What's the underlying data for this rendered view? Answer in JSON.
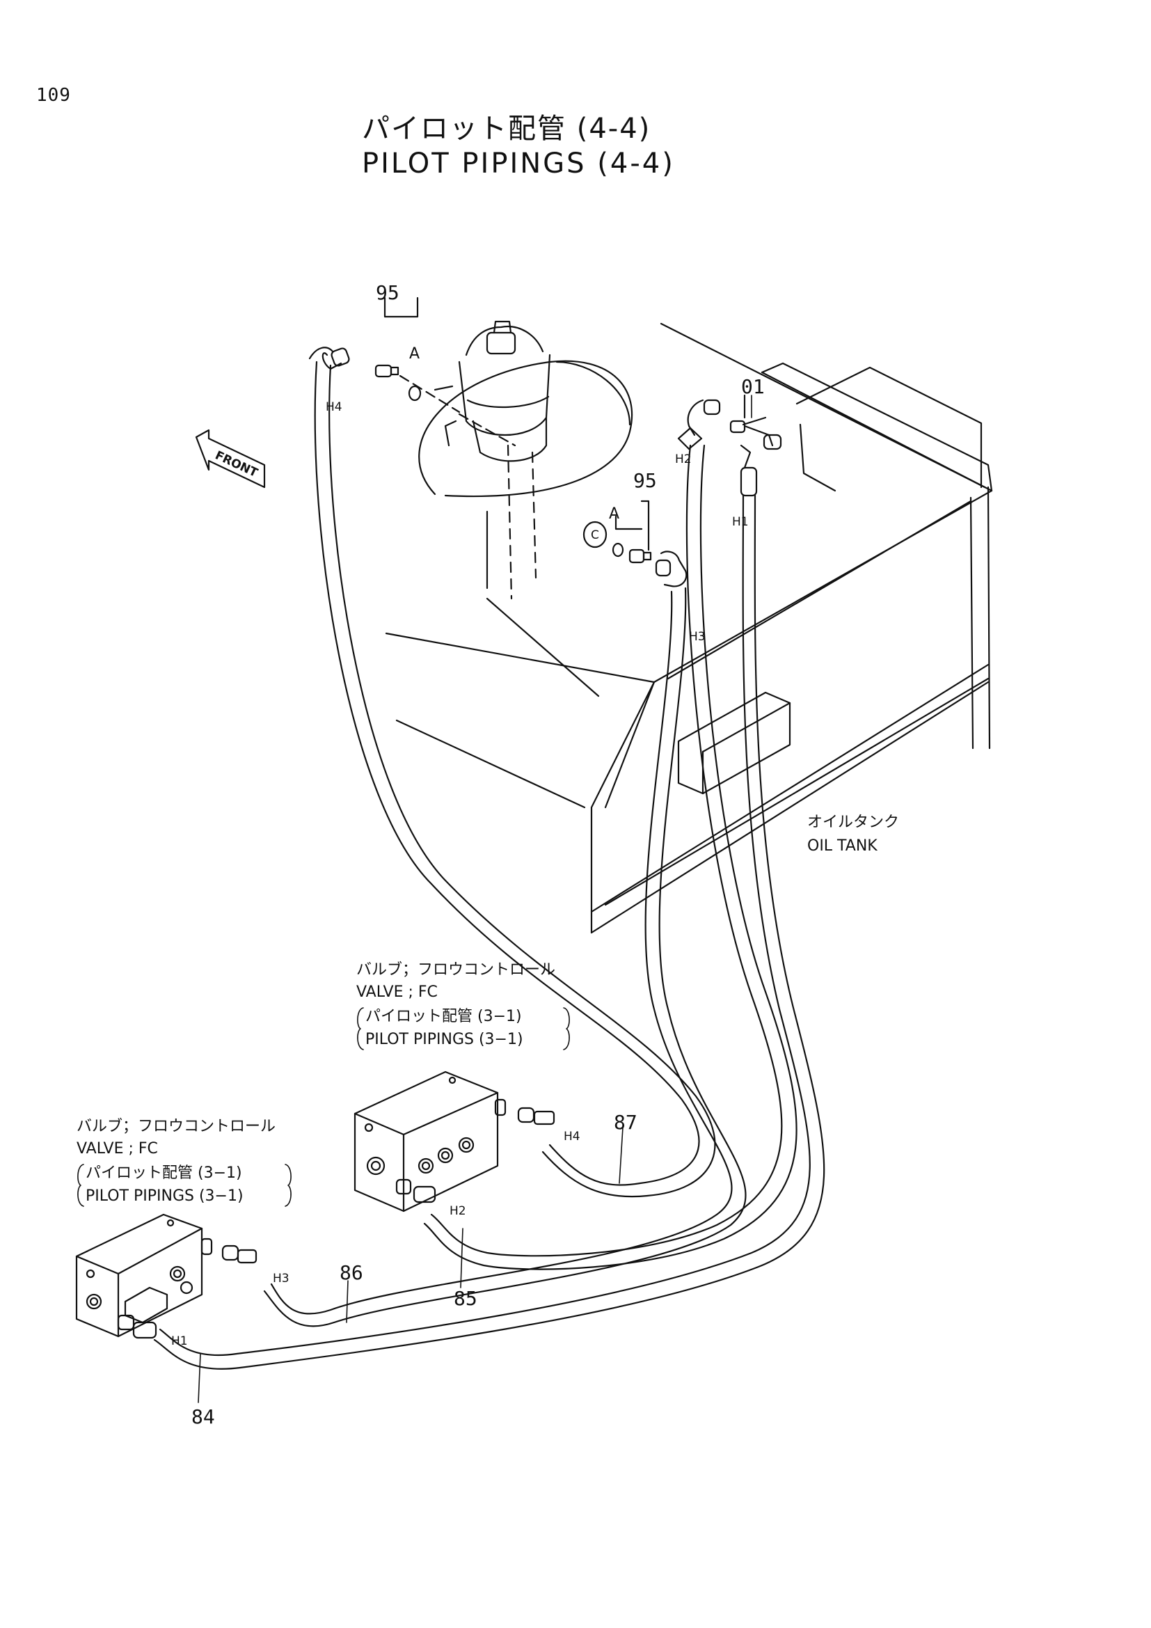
{
  "page": {
    "number": "109"
  },
  "title": {
    "japanese": "パイロット配管 (4-4)",
    "english": "PILOT PIPINGS (4-4)"
  },
  "front_marker": "FRONT",
  "oil_tank": {
    "label_jp": "オイルタンク",
    "label_en": "OIL TANK"
  },
  "valve_upper": {
    "label_jp": "バルブ；フロウコントロール",
    "label_en": "VALVE ; FC",
    "ref_jp": "パイロット配管 (3−1)",
    "ref_en": "PILOT PIPINGS (3−1)"
  },
  "valve_lower": {
    "label_jp": "バルブ；フロウコントロール",
    "label_en": "VALVE ; FC",
    "ref_jp": "パイロット配管 (3−1)",
    "ref_en": "PILOT PIPINGS (3−1)"
  },
  "part_numbers": {
    "p95_top": "95",
    "p95_mid": "95",
    "p01": "01",
    "p87": "87",
    "p86": "86",
    "p85": "85",
    "p84": "84"
  },
  "detail_marks": {
    "a_top": "A",
    "a_mid": "A",
    "c_mark": "C"
  },
  "hose_tags": {
    "h4_top": "H4",
    "h2_top": "H2",
    "h1_top": "H1",
    "h3_top": "H3",
    "h4_bottom": "H4",
    "h2_bottom": "H2",
    "h3_bottom": "H3",
    "h1_bottom": "H1"
  }
}
